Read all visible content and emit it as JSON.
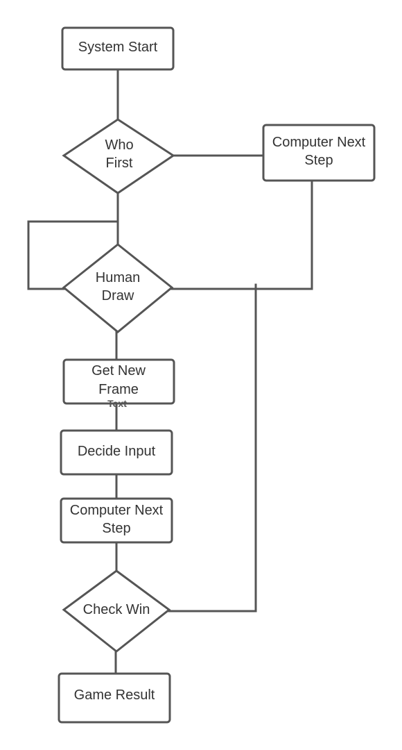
{
  "diagram": {
    "type": "flowchart",
    "nodes": {
      "system_start": {
        "shape": "process",
        "lines": [
          "System Start"
        ]
      },
      "who_first": {
        "shape": "decision",
        "lines": [
          "Who",
          "First"
        ]
      },
      "computer_next_step_top": {
        "shape": "process",
        "lines": [
          "Computer Next",
          "Step"
        ]
      },
      "human_draw": {
        "shape": "decision",
        "lines": [
          "Human",
          "Draw"
        ]
      },
      "get_new_frame": {
        "shape": "process",
        "lines": [
          "Get New",
          "Frame"
        ]
      },
      "decide_input": {
        "shape": "process",
        "lines": [
          "Decide Input"
        ]
      },
      "computer_next_step": {
        "shape": "process",
        "lines": [
          "Computer Next",
          "Step"
        ]
      },
      "check_win": {
        "shape": "decision",
        "lines": [
          "Check Win"
        ]
      },
      "game_result": {
        "shape": "process",
        "lines": [
          "Game Result"
        ]
      }
    },
    "stray_text": "Text",
    "edges": [
      {
        "from": "System Start",
        "to": "Who First"
      },
      {
        "from": "Who First",
        "to": "Computer Next Step"
      },
      {
        "from": "Who First",
        "to": "Human Draw"
      },
      {
        "from": "Computer Next Step",
        "to": "Human Draw"
      },
      {
        "from": "Human Draw",
        "to": "Human Draw"
      },
      {
        "from": "Human Draw",
        "to": "Get New Frame"
      },
      {
        "from": "Get New Frame",
        "to": "Decide Input"
      },
      {
        "from": "Decide Input",
        "to": "Computer Next Step"
      },
      {
        "from": "Computer Next Step",
        "to": "Check Win"
      },
      {
        "from": "Check Win",
        "to": "Human Draw"
      },
      {
        "from": "Check Win",
        "to": "Game Result"
      }
    ],
    "colors": {
      "stroke": "#555555",
      "text": "#333333",
      "background": "#ffffff"
    }
  }
}
